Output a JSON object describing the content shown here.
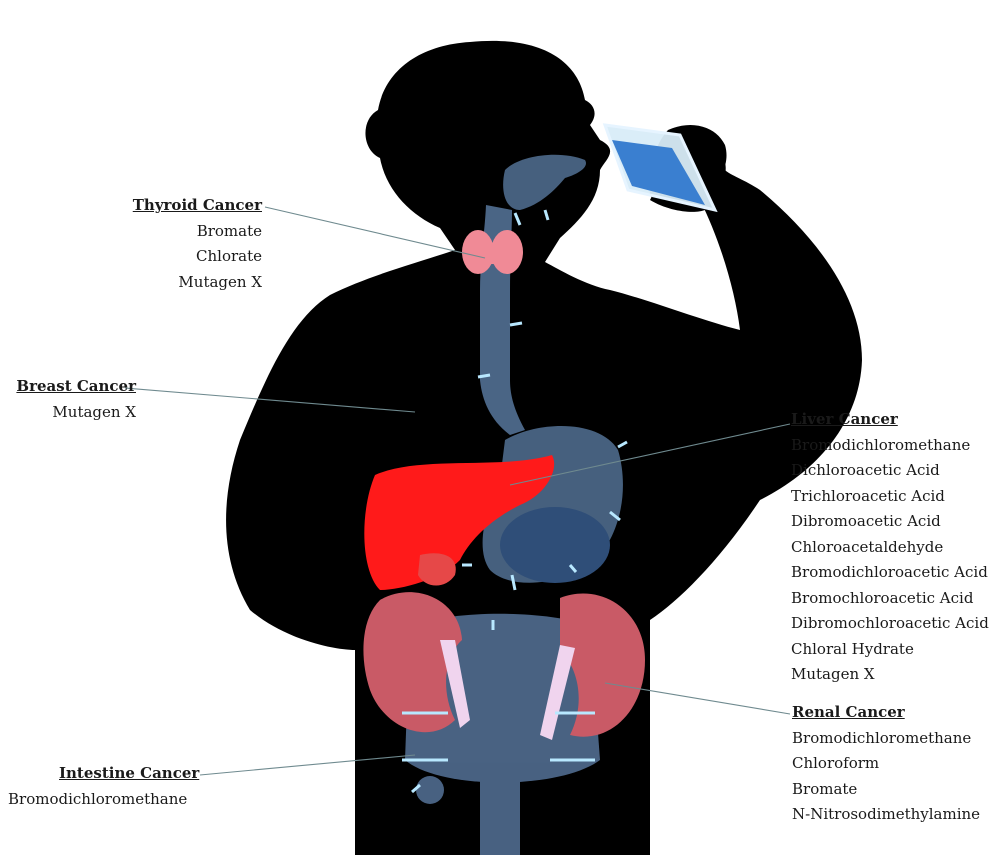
{
  "labels": {
    "thyroid": {
      "title": "Thyroid Cancer",
      "items": [
        "Bromate",
        "Chlorate",
        "Mutagen X"
      ]
    },
    "breast": {
      "title": "Breast Cancer",
      "items": [
        "Mutagen X"
      ]
    },
    "liver": {
      "title": "Liver Cancer",
      "items": [
        "Bromodichloromethane",
        "Dichloroacetic Acid",
        "Trichloroacetic Acid",
        "Dibromoacetic Acid",
        "Chloroacetaldehyde",
        "Bromodichloroacetic Acid",
        "Bromochloroacetic Acid",
        "Dibromochloroacetic Acid",
        "Chloral Hydrate",
        "Mutagen X"
      ]
    },
    "renal": {
      "title": "Renal Cancer",
      "items": [
        "Bromodichloromethane",
        "Chloroform",
        "Bromate",
        "N-Nitrosodimethylamine"
      ]
    },
    "intestine": {
      "title": "Intestine Cancer",
      "items": [
        "Bromodichloromethane"
      ]
    }
  },
  "colors": {
    "silhouette": "#000000",
    "organ_blue": "#4a6585",
    "liver": "#ff1a1a",
    "kidney": "#c95a66",
    "thyroid": "#f08a96",
    "water": "#3a7fd0",
    "arrow": "#b8e8ff",
    "leader_line": "#6f8a8f"
  }
}
